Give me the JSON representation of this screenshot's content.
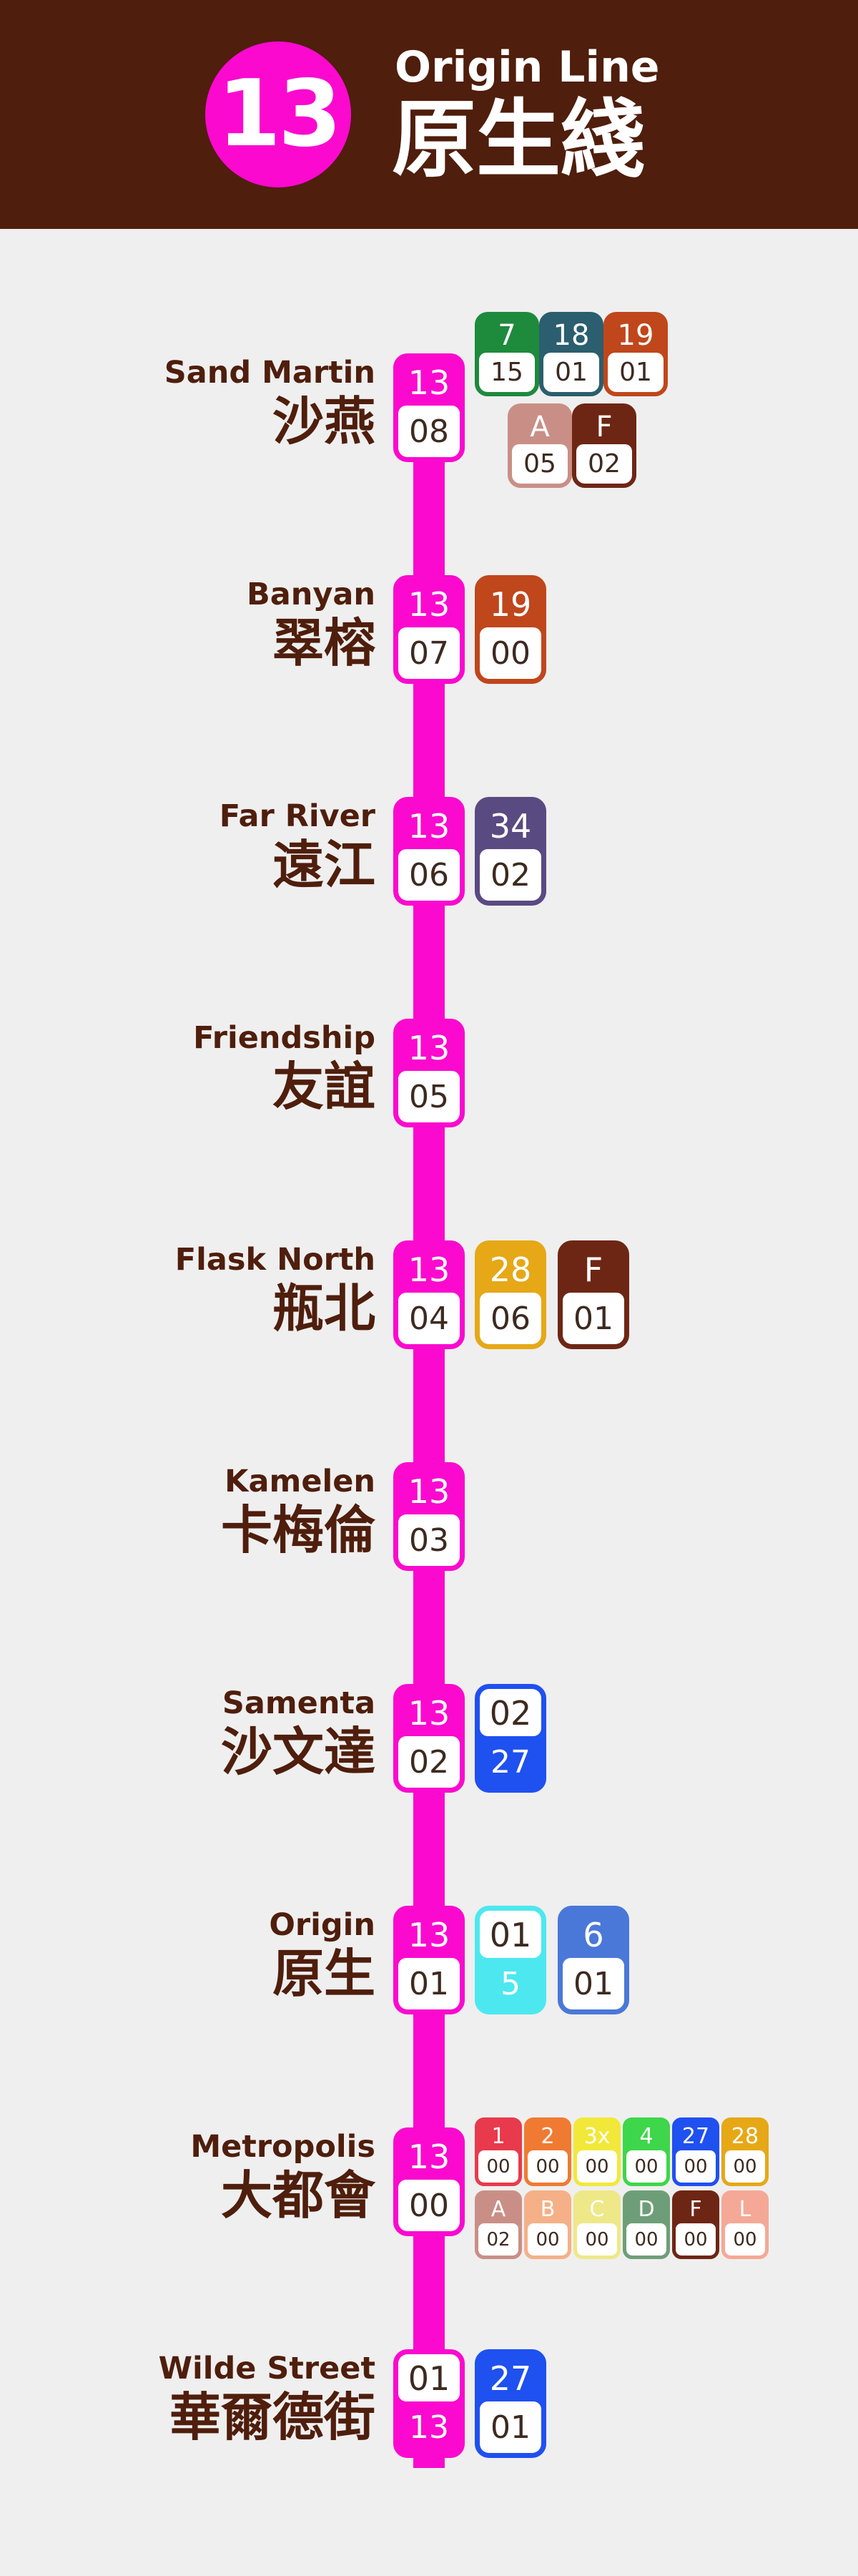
{
  "header": {
    "line_number": "13",
    "name_en": "Origin Line",
    "name_zh": "原生綫",
    "line_color": "#fb09cf",
    "bar_color": "#4f1e0c"
  },
  "stations": [
    {
      "name_en": "Sand Martin",
      "name_zh": "沙燕",
      "code_top": "13",
      "code_bottom": "08",
      "transfers": [
        {
          "line": "7",
          "code": "15",
          "color": "#1e8a3c"
        },
        {
          "line": "18",
          "code": "01",
          "color": "#2b5e6e"
        },
        {
          "line": "19",
          "code": "01",
          "color": "#c0461c"
        },
        {
          "line": "A",
          "code": "05",
          "color": "#c98f86"
        },
        {
          "line": "F",
          "code": "02",
          "color": "#6e2614"
        }
      ]
    },
    {
      "name_en": "Banyan",
      "name_zh": "翠榕",
      "code_top": "13",
      "code_bottom": "07",
      "transfers": [
        {
          "line": "19",
          "code": "00",
          "color": "#c0461c"
        }
      ]
    },
    {
      "name_en": "Far River",
      "name_zh": "遠江",
      "code_top": "13",
      "code_bottom": "06",
      "transfers": [
        {
          "line": "34",
          "code": "02",
          "color": "#5a4a82"
        }
      ]
    },
    {
      "name_en": "Friendship",
      "name_zh": "友誼",
      "code_top": "13",
      "code_bottom": "05",
      "transfers": []
    },
    {
      "name_en": "Flask North",
      "name_zh": "瓶北",
      "code_top": "13",
      "code_bottom": "04",
      "transfers": [
        {
          "line": "28",
          "code": "06",
          "color": "#e6a817"
        },
        {
          "line": "F",
          "code": "01",
          "color": "#6e2614"
        }
      ]
    },
    {
      "name_en": "Kamelen",
      "name_zh": "卡梅倫",
      "code_top": "13",
      "code_bottom": "03",
      "transfers": []
    },
    {
      "name_en": "Samenta",
      "name_zh": "沙文達",
      "code_top": "13",
      "code_bottom": "02",
      "transfers": [
        {
          "line": "02",
          "code": "27",
          "color": "#1f50f0",
          "inverted": true
        }
      ]
    },
    {
      "name_en": "Origin",
      "name_zh": "原生",
      "code_top": "13",
      "code_bottom": "01",
      "transfers": [
        {
          "line": "01",
          "code": "5",
          "color": "#4de8ef",
          "inverted": true
        },
        {
          "line": "6",
          "code": "01",
          "color": "#4a78d8"
        }
      ]
    },
    {
      "name_en": "Metropolis",
      "name_zh": "大都會",
      "code_top": "13",
      "code_bottom": "00",
      "transfers": [
        {
          "line": "1",
          "code": "00",
          "color": "#e83a4c"
        },
        {
          "line": "2",
          "code": "00",
          "color": "#f07a32"
        },
        {
          "line": "3x",
          "code": "00",
          "color": "#f2e83a"
        },
        {
          "line": "4",
          "code": "00",
          "color": "#3ed64a"
        },
        {
          "line": "27",
          "code": "00",
          "color": "#1f50f0"
        },
        {
          "line": "28",
          "code": "00",
          "color": "#e6a817"
        },
        {
          "line": "A",
          "code": "02",
          "color": "#c98f86"
        },
        {
          "line": "B",
          "code": "00",
          "color": "#f5b088"
        },
        {
          "line": "C",
          "code": "00",
          "color": "#eee888"
        },
        {
          "line": "D",
          "code": "00",
          "color": "#6e9e78"
        },
        {
          "line": "F",
          "code": "00",
          "color": "#6e2614"
        },
        {
          "line": "L",
          "code": "00",
          "color": "#f5a896"
        }
      ]
    },
    {
      "name_en": "Wilde Street",
      "name_zh": "華爾德街",
      "code_top": "01",
      "code_bottom": "13",
      "main_inverted": true,
      "transfers": [
        {
          "line": "27",
          "code": "01",
          "color": "#1f50f0"
        }
      ]
    }
  ]
}
